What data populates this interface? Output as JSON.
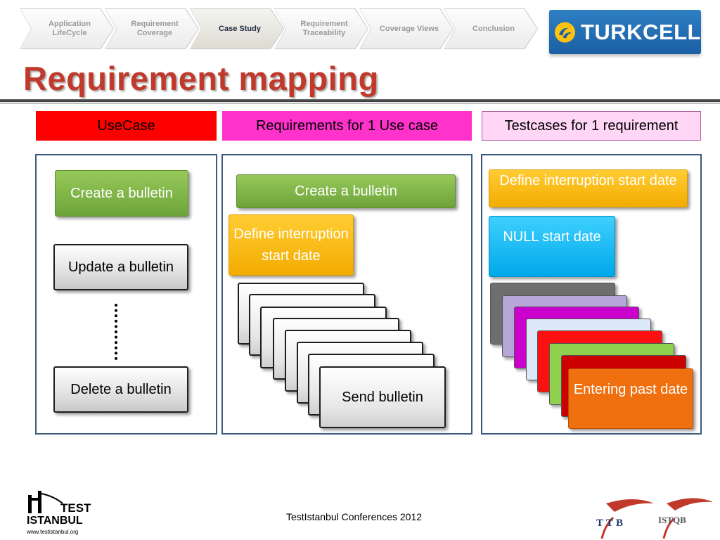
{
  "breadcrumb": {
    "items": [
      {
        "label": "Application LifeCycle"
      },
      {
        "label": "Requirement Coverage"
      },
      {
        "label": "Case Study",
        "active": true
      },
      {
        "label": "Requirement Traceability"
      },
      {
        "label": "Coverage Views"
      },
      {
        "label": "Conclusion"
      }
    ]
  },
  "logo": {
    "text": "TURKCELL"
  },
  "page": {
    "title": "Requirement mapping"
  },
  "columns": [
    {
      "header": "UseCase",
      "color": "#ff0000"
    },
    {
      "header": "Requirements for 1 Use case",
      "color": "#ff33cc"
    },
    {
      "header": "Testcases for 1 requirement",
      "color": "#ffd6f5"
    }
  ],
  "usecases": {
    "items": [
      "Create  a bulletin",
      "Update a bulletin",
      "Delete a bulletin"
    ]
  },
  "requirements": {
    "usecase_label": "Create  a bulletin",
    "selected_requirement": "Define interruption start date",
    "stack_front_label": "Send bulletin"
  },
  "testcases": {
    "requirement_label": "Define interruption start date",
    "first_testcase": "NULL start date",
    "stack_front_label": "Entering past date",
    "stack_colors": [
      "#6e6e6e",
      "#b7a6d8",
      "#cc00cc",
      "#dde8f8",
      "#ff1010",
      "#8fd14f",
      "#cc0000",
      "#f07010"
    ]
  },
  "footer": {
    "text": "TestIstanbul Conferences 2012",
    "left_logo_line1": "TEST",
    "left_logo_line2": "ISTANBUL",
    "left_logo_url": "www.testistanbul.org",
    "right_logo_1": "TTB",
    "right_logo_2": "ISTQB"
  }
}
